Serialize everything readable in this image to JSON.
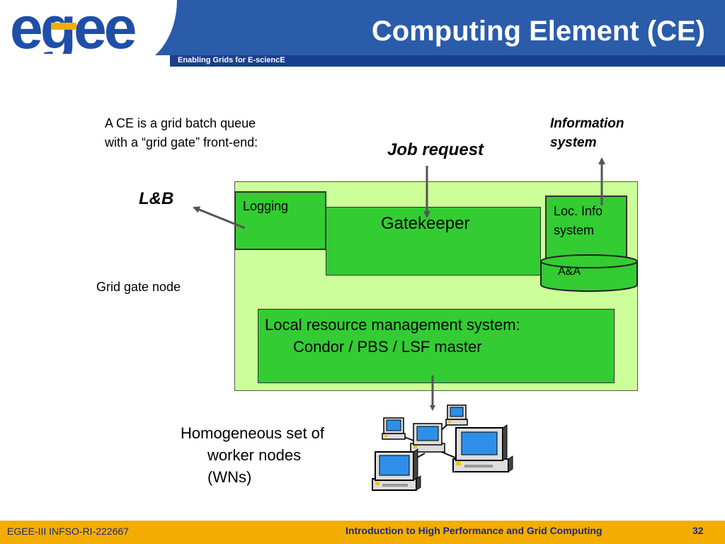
{
  "header": {
    "logo_text": "egee",
    "tagline": "Enabling Grids for E-sciencE",
    "title": "Computing Element (CE)"
  },
  "diagram": {
    "description_line1": "A CE is a grid batch queue",
    "description_line2": "with a “grid gate” front-end:",
    "job_request": "Job request",
    "information_system_line1": "Information",
    "information_system_line2": "system",
    "lb_label": "L&B",
    "logging_label": "Logging",
    "gatekeeper_label": "Gatekeeper",
    "loc_info_line1": "Loc. Info",
    "loc_info_line2": "system",
    "aa_label": "A&A",
    "grid_gate_node_label": "Grid gate node",
    "lrms_line1": "Local resource management system:",
    "lrms_line2": "Condor / PBS / LSF master",
    "worker_nodes_line1": "Homogeneous set of",
    "worker_nodes_line2": "worker nodes",
    "worker_nodes_line3": "(WNs)"
  },
  "footer": {
    "left": "EGEE-III INFSO-RI-222667",
    "center": "Introduction to High Performance and Grid Computing",
    "page_number": "32"
  },
  "colors": {
    "header_blue": "#2a5caa",
    "footer_orange": "#f2ad00",
    "box_green": "#33cc33",
    "light_green": "#ccff99"
  }
}
